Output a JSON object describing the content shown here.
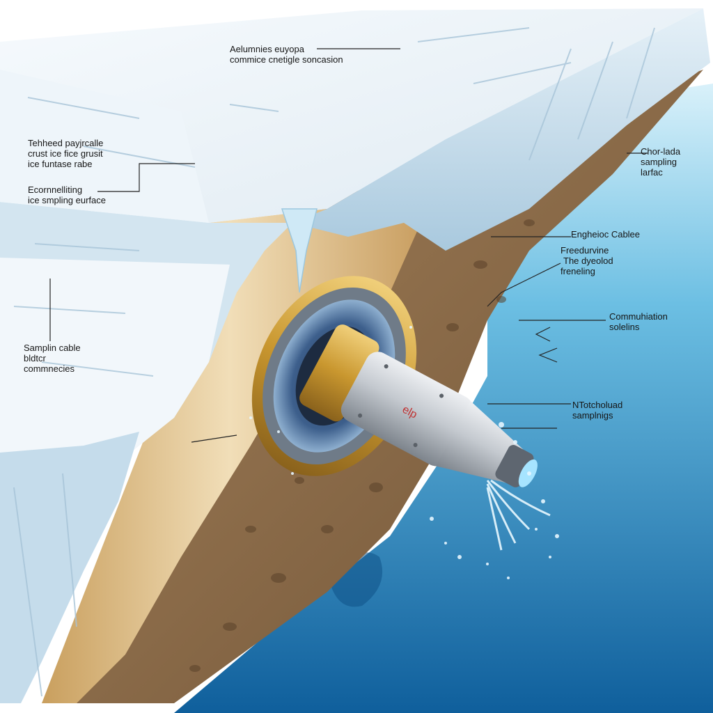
{
  "labels": {
    "top": [
      "Aelumnies euyopa",
      "commice cnetigle soncasion"
    ],
    "tethered": [
      "Tehheed payjrcalle",
      "crust ice fice grusit",
      "ice funtase rabe"
    ],
    "ecomm": [
      "Ecornnelliting",
      "ice smpling eurface"
    ],
    "sampling_cable": [
      "Samplin cable",
      "bldtcr",
      "commnecies"
    ],
    "chorlada": [
      "Chor-lada",
      "sampling",
      "larfac"
    ],
    "engheioc": [
      "Engheioc Cablee"
    ],
    "freedurvine": [
      "Freedurvine",
      "The dyeolod",
      "freneling"
    ],
    "commuhiation": [
      "Commuhiation",
      "solelins"
    ],
    "nitotcholuad": [
      "NTotcholuad",
      "samplnigs"
    ]
  },
  "probe_marking": "elp",
  "colors": {
    "ice_top": "#eef5fa",
    "ice_face": "#bfd8e8",
    "rock": "#8a6a48",
    "sediment": "#d9b77c",
    "water_light": "#a9dcef",
    "water_deep": "#0f5f9c",
    "brass": "#c9972f",
    "probe_silver": "#c8ccd2"
  },
  "icons": [
    "probe-body",
    "drill-ring",
    "water-jet"
  ]
}
